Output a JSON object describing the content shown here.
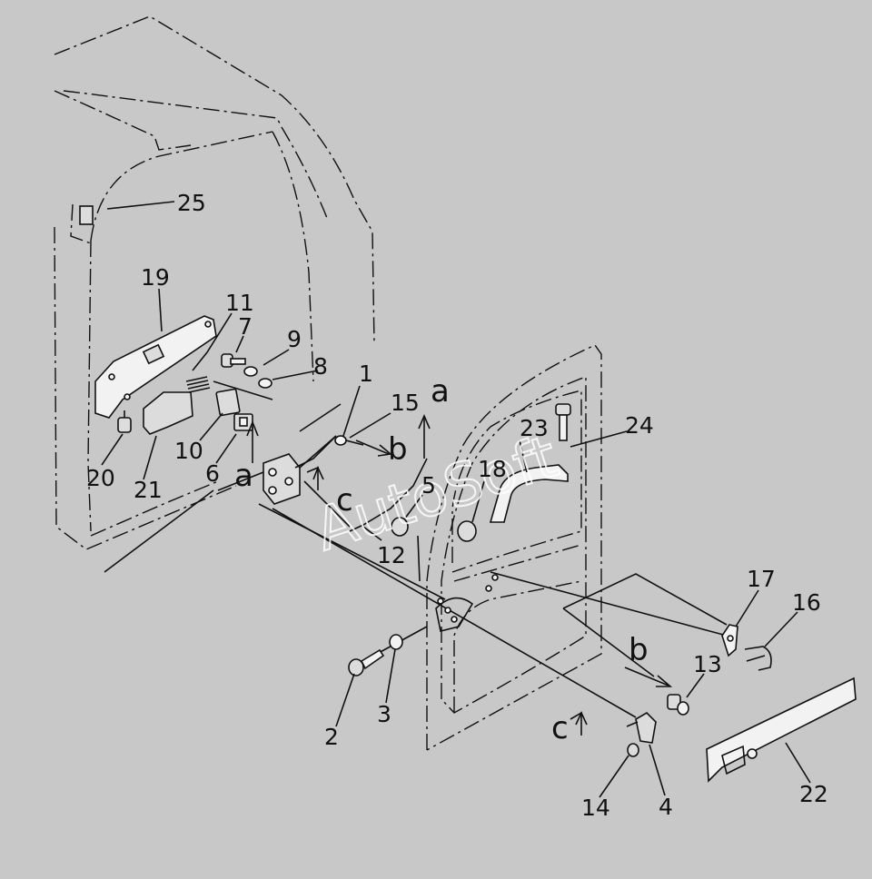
{
  "diagram": {
    "background": "#c8c8c8",
    "line_color": "#111111",
    "watermark": "AutoSoft",
    "part_labels": [
      "1",
      "2",
      "3",
      "4",
      "5",
      "6",
      "7",
      "8",
      "9",
      "10",
      "11",
      "12",
      "13",
      "14",
      "15",
      "16",
      "17",
      "18",
      "19",
      "20",
      "21",
      "22",
      "23",
      "24",
      "25"
    ],
    "view_markers": [
      "a",
      "a",
      "b",
      "b",
      "c",
      "c"
    ]
  }
}
